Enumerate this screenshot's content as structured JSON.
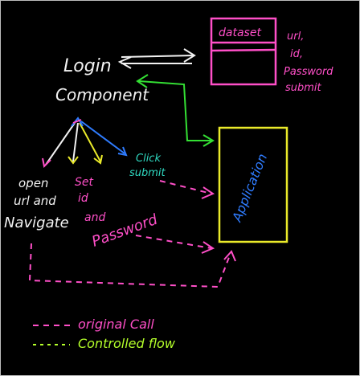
{
  "colors": {
    "white": "#f2f2f2",
    "pink": "#ff4fc8",
    "green": "#34e034",
    "yellow": "#eaea2a",
    "blue": "#2f7cff",
    "teal": "#2fd8c0",
    "lime": "#b4ff2a"
  },
  "nodes": {
    "login_line1": "Login",
    "login_line2": "Component",
    "dataset": "dataset",
    "dataset_note": [
      "url,",
      "id,",
      "Password",
      "submit"
    ],
    "application": "Application",
    "open_url": [
      "open",
      "url and",
      "Navigate"
    ],
    "set_id": [
      "Set",
      "id",
      "and",
      "Password"
    ],
    "click_submit": [
      "Click",
      "submit"
    ]
  },
  "legend": {
    "original_call": "original Call",
    "controlled_flow": "Controlled flow"
  }
}
